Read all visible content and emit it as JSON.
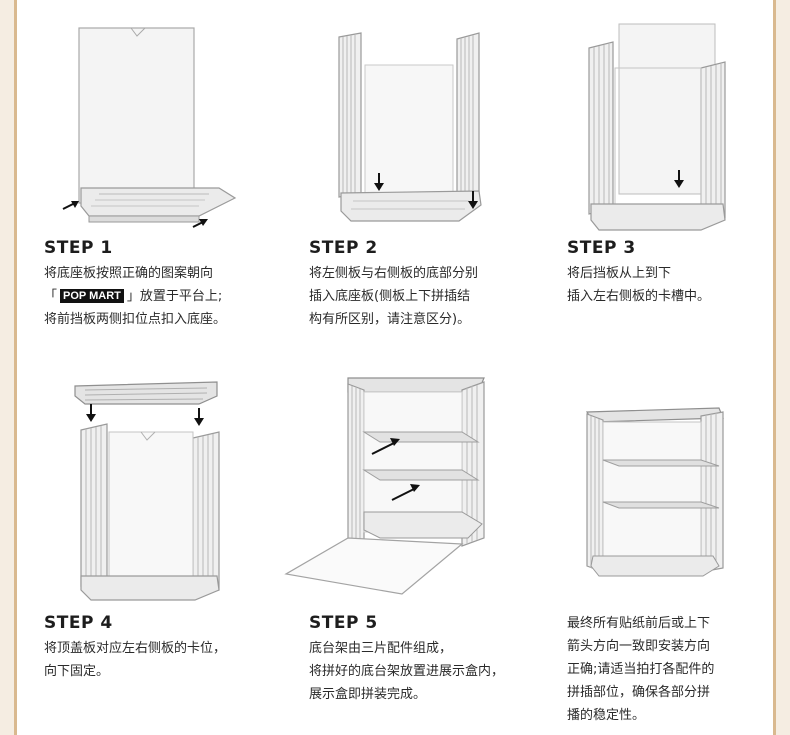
{
  "steps": [
    {
      "title": "STEP 1",
      "lines": [
        "将底座板按照正确的图案朝向",
        "」放置于平台上;",
        "将前挡板两侧扣位点扣入底座。"
      ],
      "line2_prefix": "「",
      "brand": "POP MART"
    },
    {
      "title": "STEP 2",
      "lines": [
        "将左侧板与右侧板的底部分别",
        "插入底座板(侧板上下拼插结",
        "构有所区别，请注意区分)。"
      ]
    },
    {
      "title": "STEP 3",
      "lines": [
        "将后挡板从上到下",
        "插入左右侧板的卡槽中。"
      ]
    },
    {
      "title": "STEP 4",
      "lines": [
        "将顶盖板对应左右侧板的卡位，",
        "向下固定。"
      ]
    },
    {
      "title": "STEP 5",
      "lines": [
        "底台架由三片配件组成，",
        "将拼好的底台架放置进展示盒内，",
        "展示盒即拼装完成。"
      ]
    },
    {
      "title": "",
      "lines": [
        "最终所有贴纸前后或上下",
        "箭头方向一致即安装方向",
        "正确;请适当拍打各配件的",
        "拼插部位，确保各部分拼",
        "播的稳定性。"
      ]
    }
  ],
  "colors": {
    "page_bg": "#f5ede2",
    "frame_border": "#d9b98f",
    "text": "#2a2a2a",
    "title": "#1d1d1d",
    "acrylic_stroke": "#9a9a9a",
    "acrylic_fill": "#eeeeee"
  },
  "icons": [
    "arrow-icon"
  ]
}
